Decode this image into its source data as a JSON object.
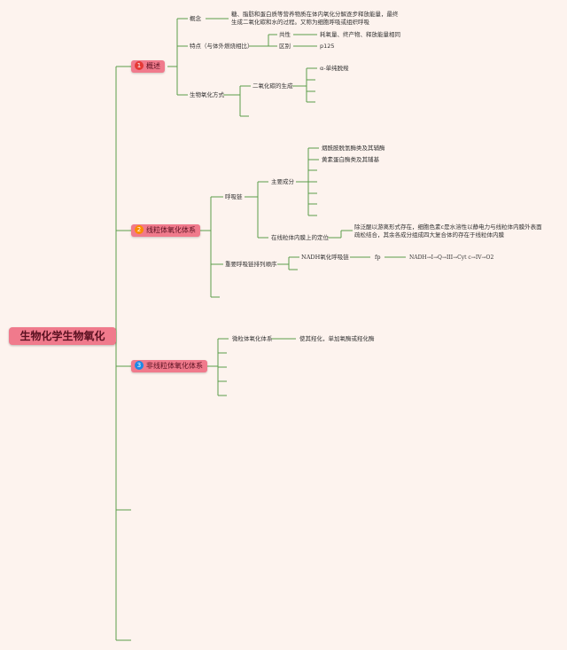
{
  "root": {
    "label": "生物化学生物氧化"
  },
  "branches": [
    {
      "badge": "1",
      "badge_color": "#e53935",
      "label": "概述"
    },
    {
      "badge": "2",
      "badge_color": "#fb8c00",
      "label": "线粒体氧化体系"
    },
    {
      "badge": "3",
      "badge_color": "#1e88e5",
      "label": "非线粒体氧化体系"
    }
  ],
  "overview": {
    "concept_label": "概念",
    "concept_text": "糖、脂肪和蛋白质等营养物质在体内氧化分解逐步释放能量，最终生成二氧化碳和水的过程。又称为细胞呼吸或组织呼吸",
    "feature_label": "特点（与体外燃烧相比）",
    "common_label": "共性",
    "common_text": "耗氧量、终产物、释放能量相同",
    "difference_label": "区别",
    "difference_text": "p125",
    "mode_label": "生物氧化方式",
    "co2_label": "二氧化碳的生成",
    "decarbox_label": "α-单纯脱羧"
  },
  "mito": {
    "chain_label": "呼吸链",
    "components_label": "主要成分",
    "comp1": "烟酰胺脱氢酶类及其辅酶",
    "comp2": "黄素蛋白酶类及其辅基",
    "location_label": "在线粒体内膜上的定位",
    "location_text": "除泛醌以游离形式存在，细胞色素c是水溶性以静电力与线粒体内膜外表面疏松结合，其余各成分组成四大复合体的存在于线粒体内膜",
    "order_label": "重要呼吸链排列顺序",
    "nadh_label": "NADH氧化呼吸链",
    "fp_label": "fp",
    "sequence_text": "NADH→I→Q→III→Cyt c→IV→O2"
  },
  "nonmito": {
    "micro_label": "微粒体氧化体系",
    "micro_text": "使其羟化，单加氧酶或羟化酶"
  },
  "colors": {
    "line": "#5a9e4a",
    "node": "#f07a8c",
    "background": "#fdf3ee"
  }
}
